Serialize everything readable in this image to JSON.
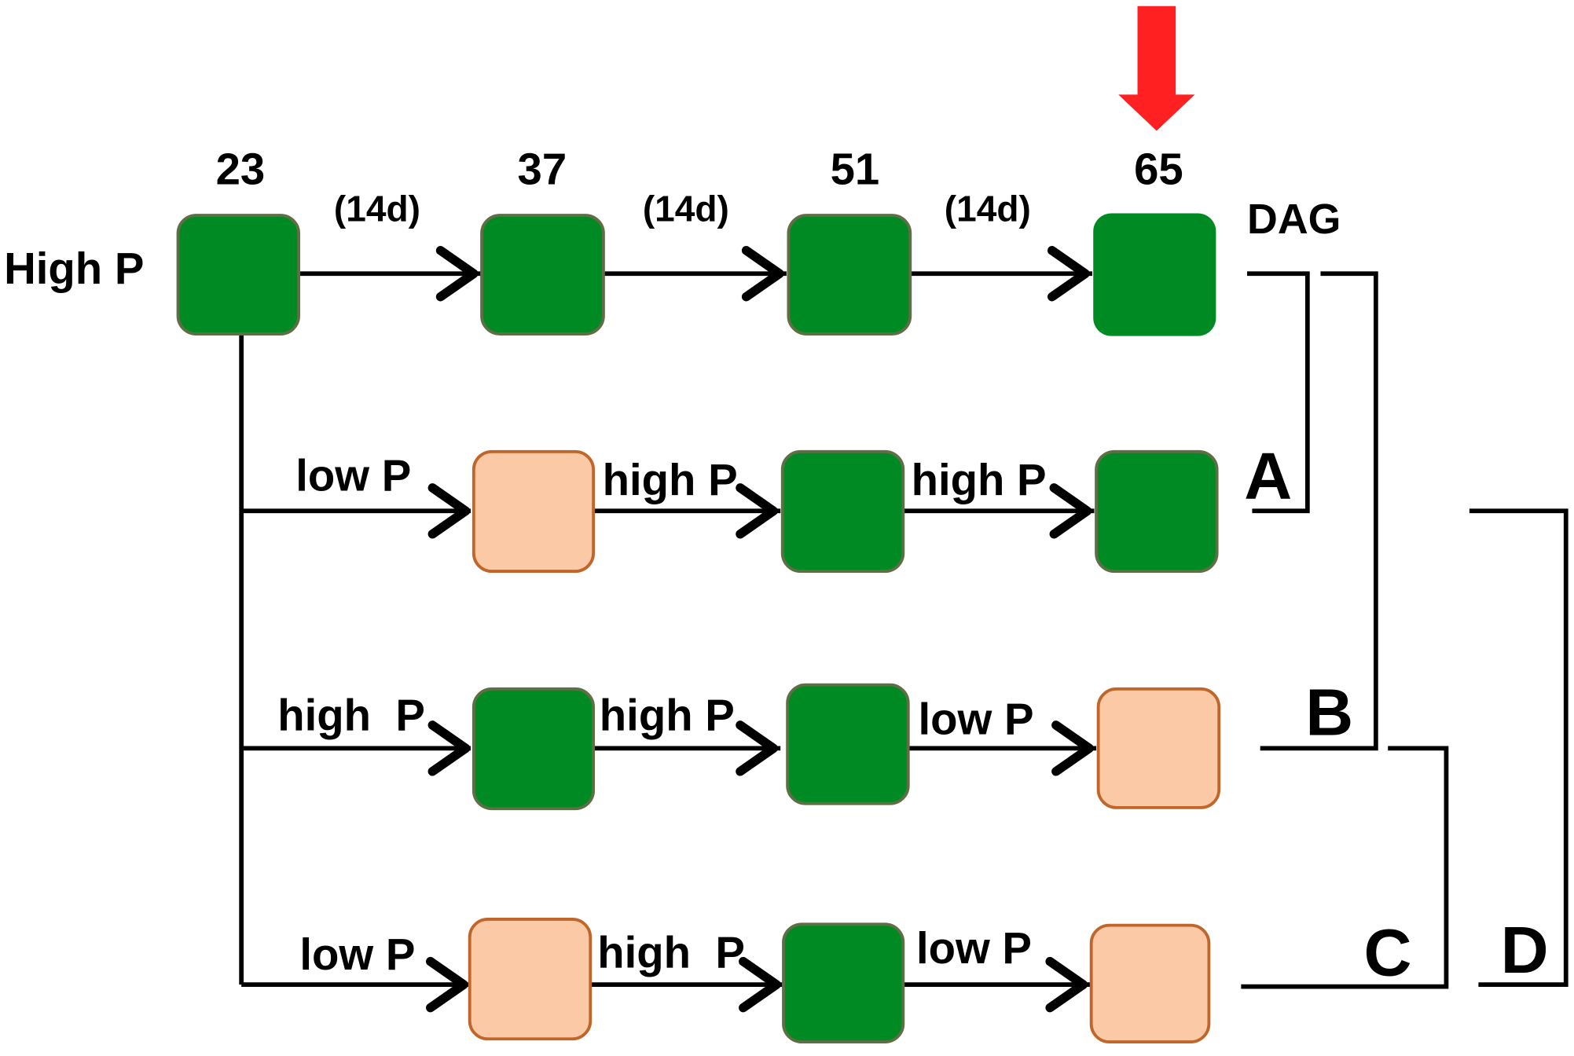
{
  "colors": {
    "high_fill": "#008a24",
    "high_stroke": "#5e6e45",
    "low_fill": "#fbc9a6",
    "low_stroke": "#c0662a",
    "marker": "#ff2121"
  },
  "time_points": [
    "23",
    "37",
    "51",
    "65"
  ],
  "intervals": [
    "(14d)",
    "(14d)",
    "(14d)"
  ],
  "row_start_label": "High P",
  "dag_label": "DAG",
  "group_labels": [
    "A",
    "B",
    "C",
    "D"
  ],
  "rows": [
    {
      "group": "",
      "boxes": [
        "high",
        "high",
        "high",
        "high"
      ],
      "edge_labels": [
        "",
        "",
        ""
      ]
    },
    {
      "group": "A",
      "boxes": [
        "low",
        "high",
        "high"
      ],
      "edge_labels": [
        "low P",
        "high P",
        "high P"
      ]
    },
    {
      "group": "B",
      "boxes": [
        "high",
        "high",
        "low"
      ],
      "edge_labels": [
        "high  P",
        "high P",
        "low P"
      ]
    },
    {
      "group": "C",
      "boxes": [
        "low",
        "high",
        "low"
      ],
      "edge_labels": [
        "low P",
        "high  P",
        "low P"
      ]
    }
  ],
  "marker_icon": "down-arrow-icon"
}
